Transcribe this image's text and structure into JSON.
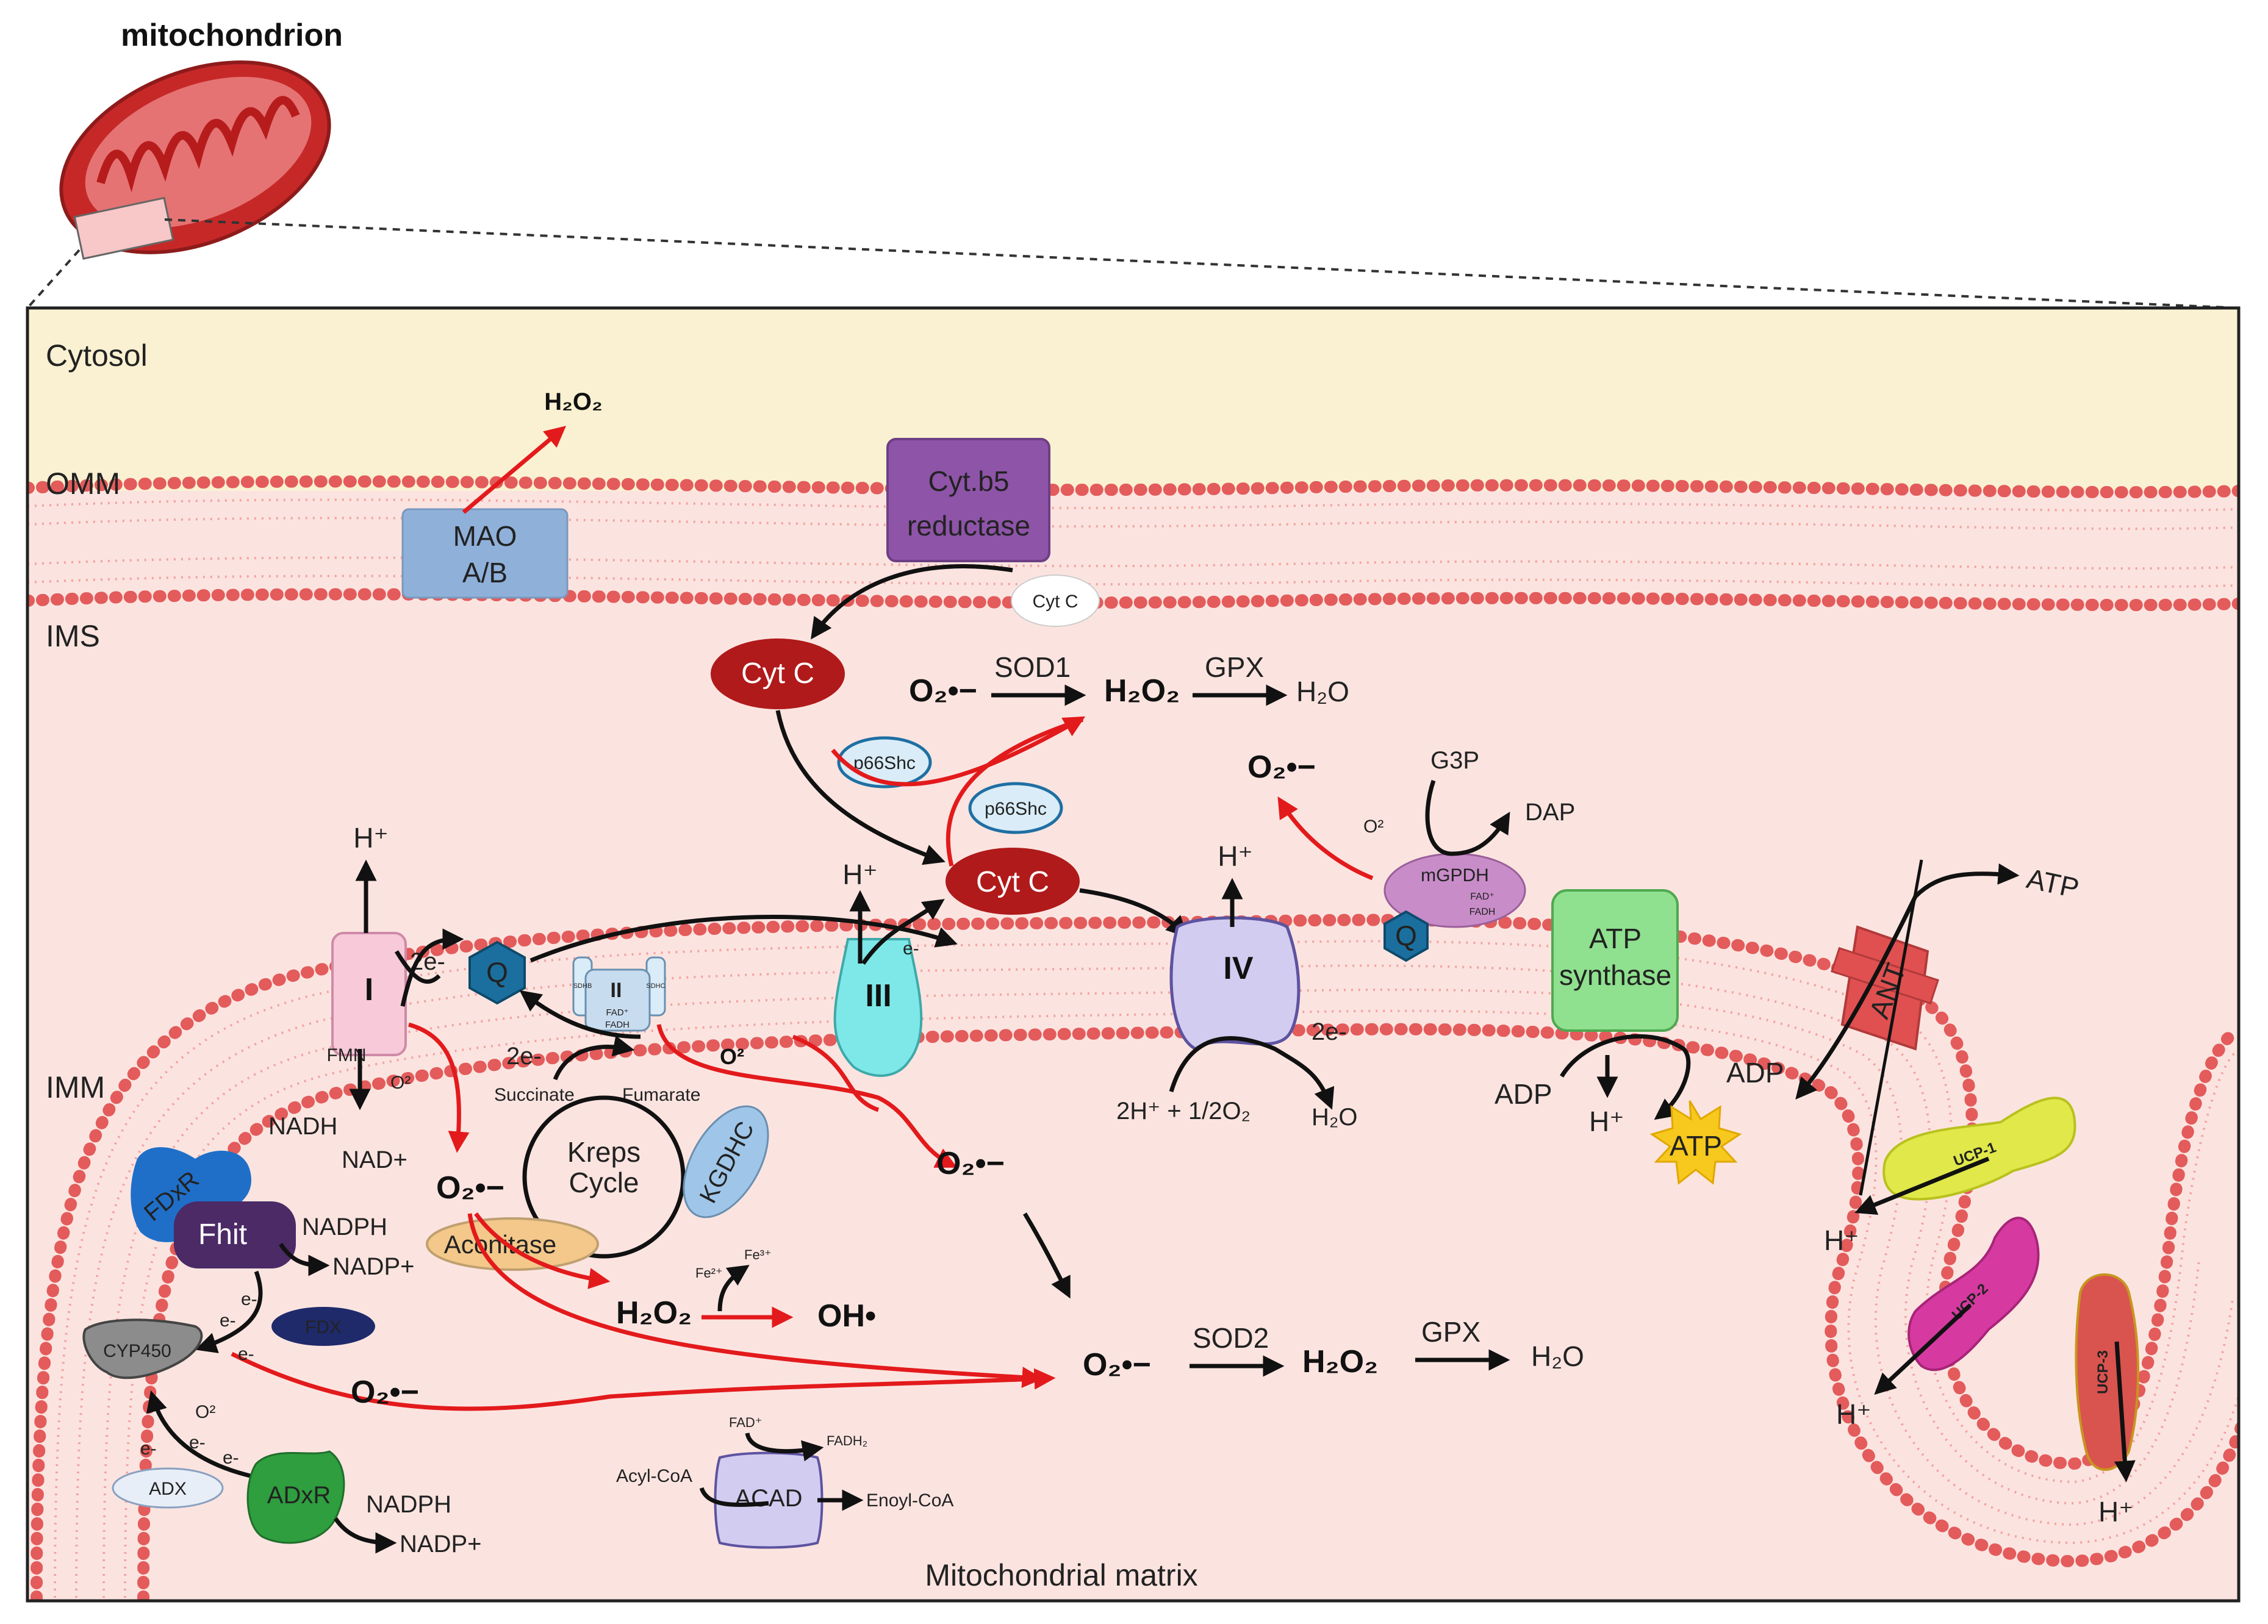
{
  "title": "mitochondrion",
  "zones": {
    "cytosol": "Cytosol",
    "omm": "OMM",
    "ims": "IMS",
    "imm": "IMM",
    "matrix": "Mitochondrial matrix"
  },
  "proteins": {
    "mao": [
      "MAO",
      "A/B"
    ],
    "cytb5": [
      "Cyt.b5",
      "reductase"
    ],
    "cytc_small": "Cyt C",
    "cytc_ims": "Cyt C",
    "cytc_mem": "Cyt C",
    "p66a": "p66Shc",
    "p66b": "p66Shc",
    "complex1": "I",
    "fmn": "FMN",
    "q1": "Q",
    "complex2": "II",
    "sdhb": "SDHB",
    "sdhc": "SDHC",
    "fad": "FAD⁺",
    "fadh": "FADH",
    "complex3": "III",
    "complex4": "IV",
    "mgpdh": "mGPDH",
    "mg_fad": "FAD⁺",
    "mg_fadh": "FADH",
    "q2": "Q",
    "atp_synthase": [
      "ATP",
      "synthase"
    ],
    "ant": "ANT",
    "ucp1": "UCP-1",
    "ucp2": "UCP-2",
    "ucp3": "UCP-3",
    "kgdhc": "KGDHC",
    "aconitase": "Aconitase",
    "fdxr": "FDxR",
    "fhit": "Fhit",
    "fdx": "FDX",
    "cyp450": "CYP450",
    "adx": "ADX",
    "adxr": "ADxR",
    "acad": "ACAD",
    "kreps": [
      "Kreps",
      "Cycle"
    ]
  },
  "labels": {
    "h2o2_top": "H₂O₂",
    "o2_ims": "O₂•−",
    "sod1": "SOD1",
    "h2o2_ims": "H₂O₂",
    "gpx_ims": "GPX",
    "h2o_ims": "H₂O",
    "o2_mg": "O₂•−",
    "g3p": "G3P",
    "dap": "DAP",
    "o2_sup_mg": "O²",
    "h_c1": "H⁺",
    "h_c3": "H⁺",
    "h_c4": "H⁺",
    "e_c3": "e-",
    "twoe_c1": "2e-",
    "twoe_c2": "2e-",
    "twoe_c4": "2e-",
    "o2_c1": "O²",
    "o2_c2": "O²",
    "succinate": "Succinate",
    "fumarate": "Fumarate",
    "nadh": "NADH",
    "nad": "NAD+",
    "o2_rad_c1": "O₂•−",
    "o2_rad_c3": "O₂•−",
    "h2o2_acon": "H₂O₂",
    "fe2": "Fe²⁺",
    "fe3": "Fe³⁺",
    "oh": "OH•",
    "o2_matrix": "O₂•−",
    "sod2": "SOD2",
    "h2o2_matrix": "H₂O₂",
    "gpx_matrix": "GPX",
    "h2o_matrix": "H₂O",
    "twoh_o2": "2H⁺ + 1/2O₂",
    "h2o_c4": "H₂O",
    "adp_atps": "ADP",
    "h_atps": "H⁺",
    "atp_star": "ATP",
    "atp_ant": "ATP",
    "adp_ant": "ADP",
    "h_ucp1": "H⁺",
    "h_ucp2": "H⁺",
    "h_ucp3": "H⁺",
    "nadph_fhit": "NADPH",
    "nadp_fhit": "NADP+",
    "e1": "e-",
    "e2": "e-",
    "e3": "e-",
    "o2_cyp": "O²",
    "e4": "e-",
    "e5": "e-",
    "e6": "e-",
    "o2_rad_cyp": "O₂•−",
    "nadph_adxr": "NADPH",
    "nadp_adxr": "NADP+",
    "fad_acad": "FAD⁺",
    "fadh2_acad": "FADH₂",
    "acylcoa": "Acyl-CoA",
    "enoylcoa": "Enoyl-CoA"
  },
  "colors": {
    "cytosol": "#faf1d2",
    "ims_matrix": "#fbe4e0",
    "lipid": "#e35b5b",
    "red_arrow": "#e31a1c",
    "mao": "#8fb0d9",
    "cytb5": "#8e54a8",
    "cytc": "#b01a1a",
    "complex1": "#f7c9d9",
    "complex3": "#7ee8e8",
    "complex4": "#d2ccf0",
    "atp_synthase": "#8fe08f",
    "ant": "#e05050",
    "ucp1": "#e0e84a",
    "ucp2": "#d63aa0",
    "ucp3": "#d9534f",
    "q": "#1b6f9e",
    "fhit": "#4b2a66",
    "fdxr": "#1f6fc9",
    "fdx": "#1f2a6b",
    "cyp450": "#8c8c8c",
    "adxr": "#2e9e3e",
    "aconitase": "#f3c88a",
    "kgdhc": "#9fc6e8",
    "atp_star": "#f7c81e"
  }
}
